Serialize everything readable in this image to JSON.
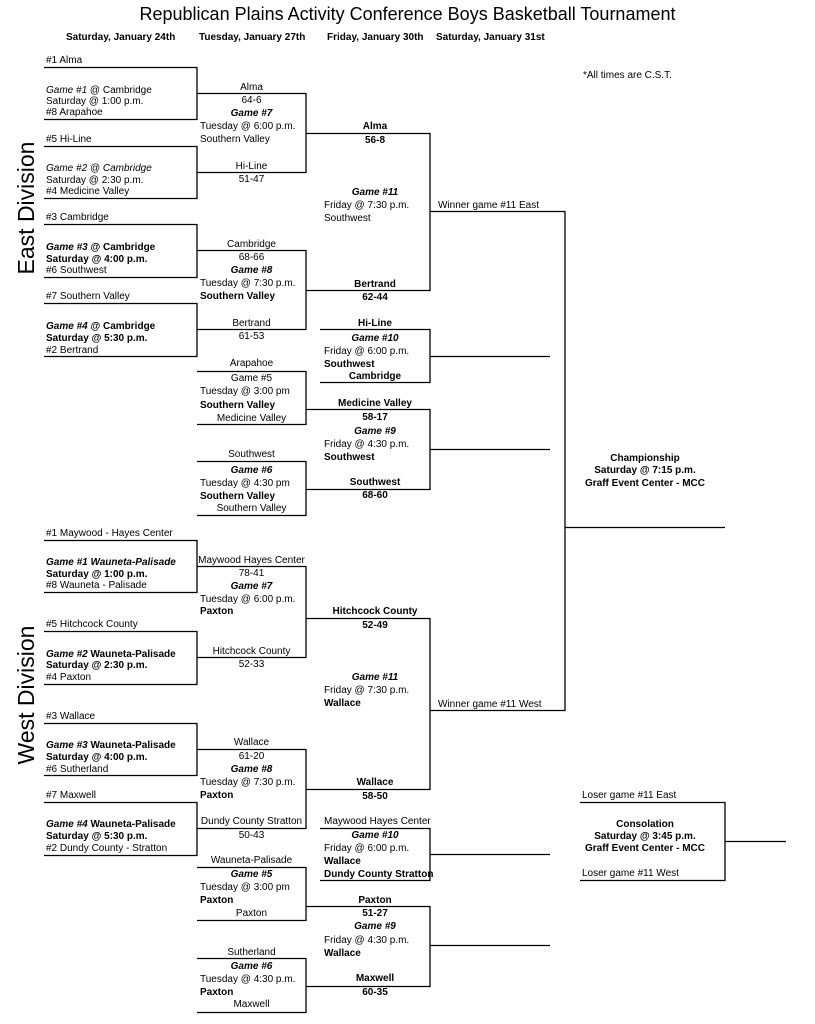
{
  "title": "Republican Plains Activity Conference Boys Basketball Tournament",
  "days": [
    "Saturday, January 24th",
    "Tuesday, January 27th",
    "Friday, January 30th",
    "Saturday, January 31st"
  ],
  "timezone_note": "*All times are C.S.T.",
  "divisions": {
    "east": "East Division",
    "west": "West Division"
  },
  "east": {
    "r1": [
      {
        "top": "#1 Alma",
        "game": "Game #1",
        "loc": " @ Cambridge",
        "time": "Saturday @ 1:00 p.m.",
        "bottom": "#8 Arapahoe"
      },
      {
        "top": "#5 Hi-Line",
        "game": "Game #2 @ Cambridge",
        "time": "Saturday @ 2:30 p.m.",
        "bottom": "#4 Medicine Valley"
      },
      {
        "top": "#3 Cambridge",
        "game": "Game #3",
        "loc": " @ Cambridge",
        "time": "Saturday @ 4:00 p.m.",
        "bottom": "#6 Southwest"
      },
      {
        "top": "#7 Southern Valley",
        "game": "Game #4",
        "loc": " @ Cambridge",
        "time": "Saturday @ 5:30 p.m.",
        "bottom": "#2 Bertrand"
      }
    ],
    "r2": {
      "w1": "Alma",
      "s1": "64-6",
      "g7": "Game #7",
      "g7t": "Tuesday @ 6:00 p.m.",
      "g7loc": "Southern Valley",
      "w2": "Hi-Line",
      "s2": "51-47",
      "w3": "Cambridge",
      "s3": "68-66",
      "g8": "Game #8",
      "g8t": "Tuesday @ 7:30 p.m.",
      "g8loc": "Southern Valley",
      "w4": "Bertrand",
      "s4": "61-53"
    },
    "cons": {
      "a": "Arapahoe",
      "g5": "Game #5",
      "g5t": "Tuesday @ 3:00 pm",
      "g5loc": "Southern Valley",
      "b": "Medicine Valley",
      "c": "Southwest",
      "g6": "Game #6",
      "g6t": "Tuesday @ 4:30 pm",
      "g6loc": "Southern Valley",
      "d": "Southern Valley"
    },
    "r3": {
      "w1": "Alma",
      "s1": "56-8",
      "g11": "Game #11",
      "g11t": "Friday @ 7:30 p.m.",
      "g11loc": "Southwest",
      "w2": "Bertrand",
      "s2": "62-44",
      "g10a": "Hi-Line",
      "g10": "Game #10",
      "g10t": "Friday @ 6:00 p.m.",
      "g10loc": "Southwest",
      "g10b": "Cambridge",
      "g9a": "Medicine Valley",
      "g9as": "58-17",
      "g9": "Game #9",
      "g9t": "Friday @ 4:30 p.m.",
      "g9loc": "Southwest",
      "g9b": "Southwest",
      "g9bs": "68-60"
    },
    "final": "Winner game #11 East"
  },
  "west": {
    "r1": [
      {
        "top": "#1 Maywood - Hayes Center",
        "game": "Game #1 Wauneta-Palisade",
        "time": "Saturday @ 1:00 p.m.",
        "bottom": "#8 Wauneta - Palisade"
      },
      {
        "top": "#5 Hitchcock County",
        "game": "Game #2",
        "loc": " Wauneta-Palisade",
        "time": "Saturday @ 2:30 p.m.",
        "bottom": "#4 Paxton"
      },
      {
        "top": "#3 Wallace",
        "game": "Game #3",
        "loc": " Wauneta-Palisade",
        "time": "Saturday @ 4:00 p.m.",
        "bottom": "#6 Sutherland"
      },
      {
        "top": "#7 Maxwell",
        "game": "Game #4",
        "loc": " Wauneta-Palisade",
        "time": "Saturday @ 5:30 p.m.",
        "bottom": "#2 Dundy County - Stratton"
      }
    ],
    "r2": {
      "w1": "Maywood Hayes Center",
      "s1": "78-41",
      "g7": "Game #7",
      "g7t": "Tuesday @ 6:00 p.m.",
      "g7loc": "Paxton",
      "w2": "Hitchcock County",
      "s2": "52-33",
      "w3": "Wallace",
      "s3": "61-20",
      "g8": "Game #8",
      "g8t": "Tuesday @ 7:30 p.m.",
      "g8loc": "Paxton",
      "w4": "Dundy County Stratton",
      "s4": "50-43"
    },
    "cons": {
      "a": "Wauneta-Palisade",
      "g5": "Game #5",
      "g5t": "Tuesday @ 3:00 pm",
      "g5loc": "Paxton",
      "b": "Paxton",
      "c": "Sutherland",
      "g6": "Game #6",
      "g6t": "Tuesday @ 4:30 p.m.",
      "g6loc": "Paxton",
      "d": "Maxwell"
    },
    "r3": {
      "w1": "Hitchcock County",
      "s1": "52-49",
      "g11": "Game #11",
      "g11t": "Friday @ 7:30 p.m.",
      "g11loc": "Wallace",
      "w2": "Wallace",
      "s2": "58-50",
      "g10a": "Maywood Hayes Center",
      "g10": "Game #10",
      "g10t": "Friday @ 6:00 p.m.",
      "g10loc": "Wallace",
      "g10b": "Dundy County Stratton",
      "g9a": "Paxton",
      "g9as": "51-27",
      "g9": "Game #9",
      "g9t": "Friday @ 4:30 p.m.",
      "g9loc": "Wallace",
      "g9b": "Maxwell",
      "g9bs": "60-35"
    },
    "final": "Winner game #11 West"
  },
  "championship": {
    "title": "Championship",
    "time": "Saturday @ 7:15 p.m.",
    "venue": "Graff Event Center - MCC"
  },
  "consolation": {
    "top": "Loser game #11 East",
    "title": "Consolation",
    "time": "Saturday @ 3:45 p.m.",
    "venue": "Graff Event Center - MCC",
    "bottom": "Loser game #11 West"
  }
}
